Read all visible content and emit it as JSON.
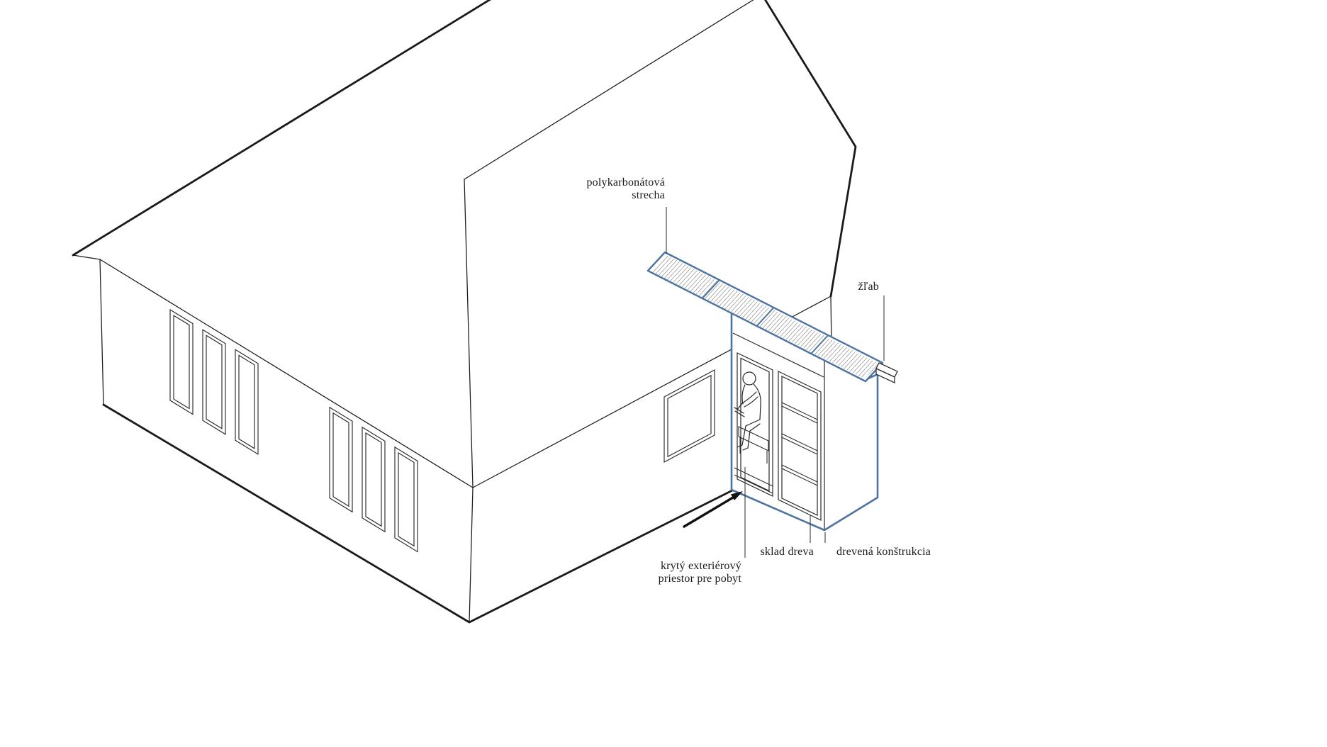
{
  "page": {
    "background": "#ffffff",
    "description": "Axonometric architectural diagram of a house with an annotated timber extension"
  },
  "diagram": {
    "colors": {
      "accent_blue": "#4d74a1",
      "line_black": "#1a1a1a"
    },
    "labels": {
      "polycarbonate_roof_line1": "polykarbonátová",
      "polycarbonate_roof_line2": "strecha",
      "gutter": "žľab",
      "wood_storage": "sklad dreva",
      "timber_structure": "drevená konštrukcia",
      "covered_space_line1": "krytý exteriérový",
      "covered_space_line2": "priestor pre pobyt"
    }
  }
}
